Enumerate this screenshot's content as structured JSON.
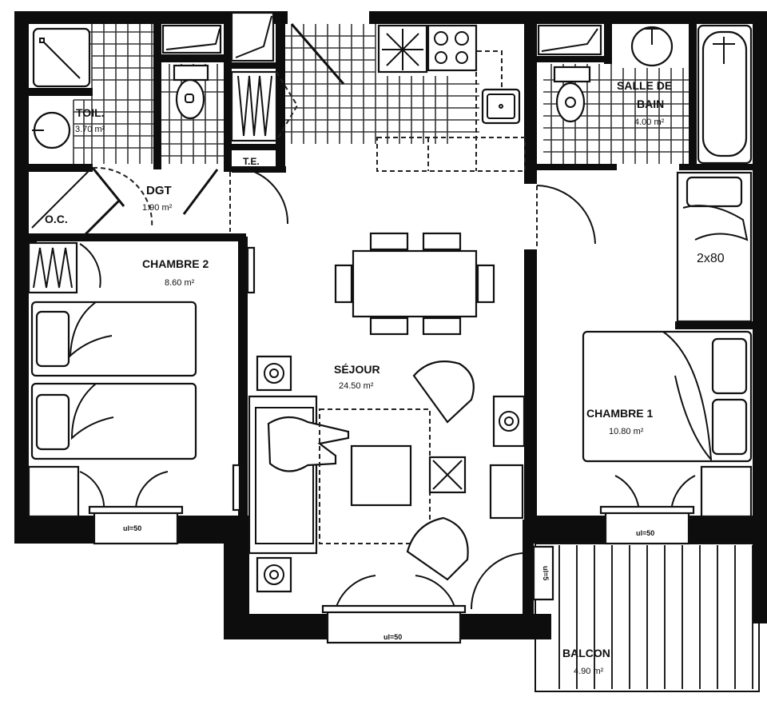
{
  "plan": {
    "rooms": [
      {
        "id": "toilet",
        "label": "TOIL.",
        "area": "3.70 m²"
      },
      {
        "id": "salle-de-bain",
        "label_line1": "SALLE DE",
        "label_line2": "BAIN",
        "area": "4.00 m²"
      },
      {
        "id": "dgt",
        "label": "DGT",
        "area": "1.90 m²"
      },
      {
        "id": "oc",
        "label": "O.C."
      },
      {
        "id": "te",
        "label": "T.E."
      },
      {
        "id": "chambre-2",
        "label": "CHAMBRE 2",
        "area": "8.60 m²"
      },
      {
        "id": "sejour",
        "label": "SÉJOUR",
        "area": "24.50 m²"
      },
      {
        "id": "chambre-1",
        "label": "CHAMBRE 1",
        "area": "10.80 m²"
      },
      {
        "id": "balcon",
        "label": "BALCON",
        "area": "4.90 m²"
      }
    ],
    "annotations": {
      "bed_size": "2x80",
      "window_chambre2": "ul=50",
      "window_sejour": "ul=50",
      "window_chambre1": "ul=50",
      "door_balcon": "ul=5"
    }
  }
}
